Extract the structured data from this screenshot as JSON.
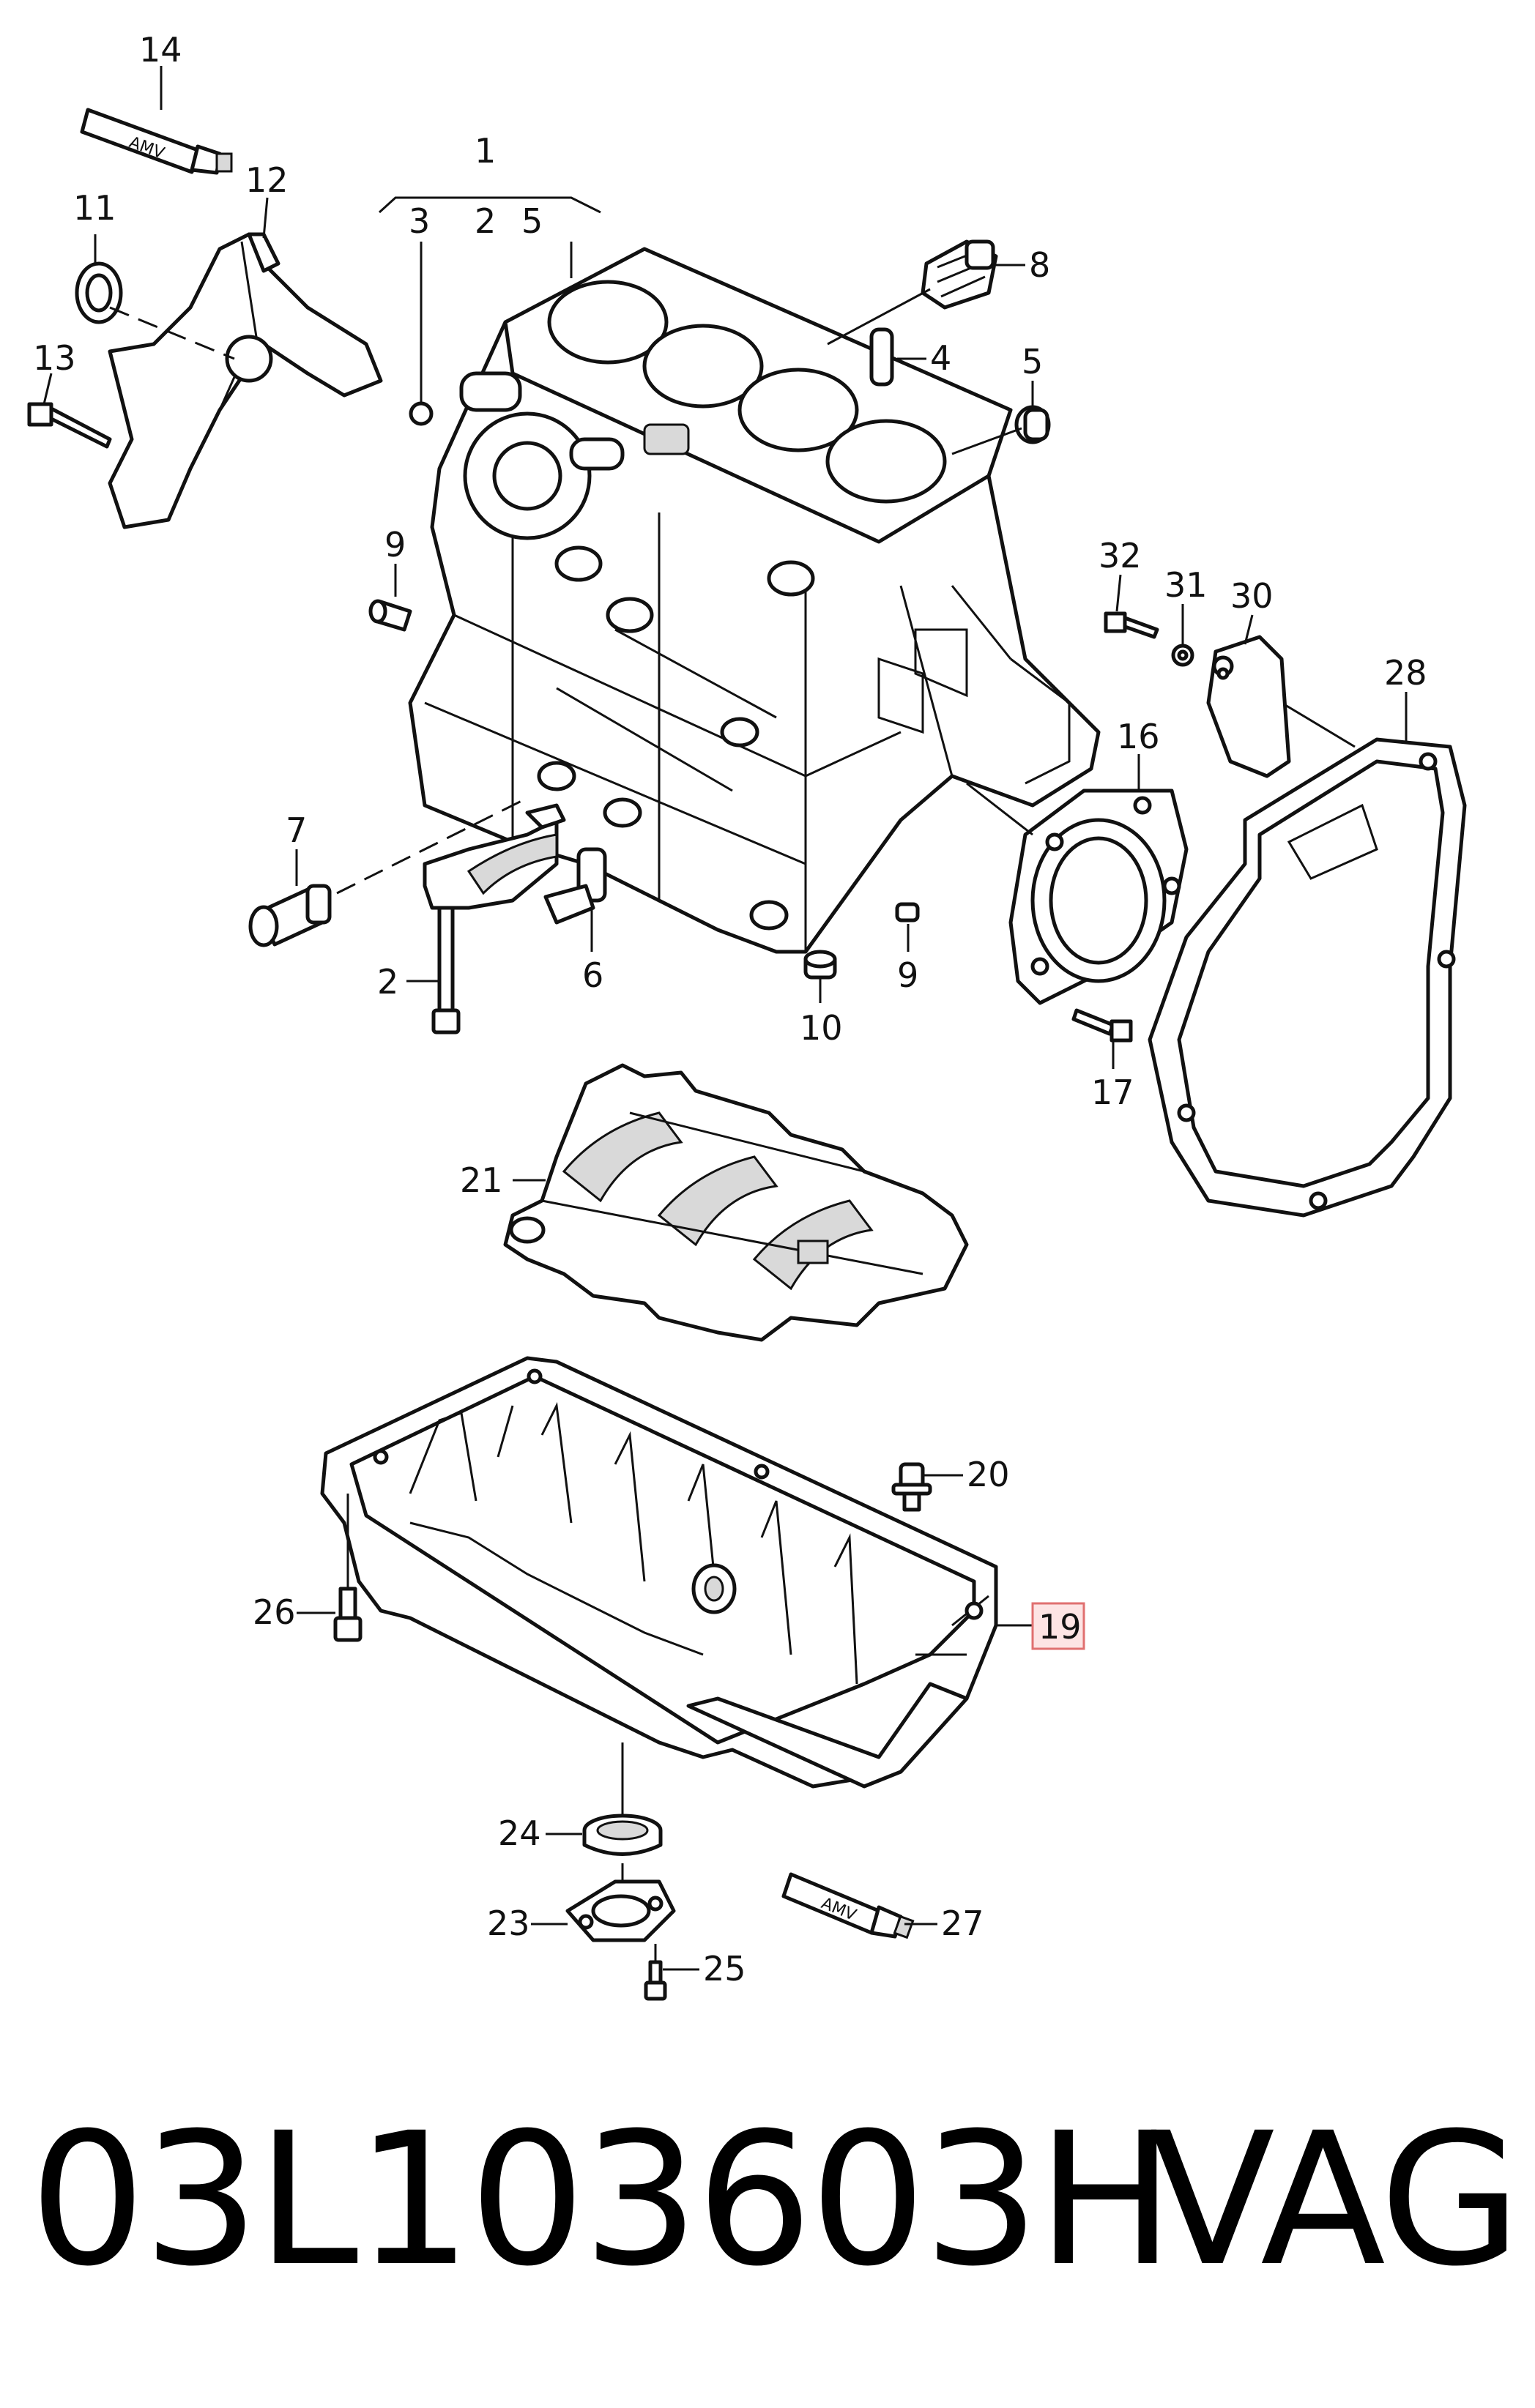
{
  "callouts": {
    "c1": "1",
    "c2a": "2",
    "c3": "3",
    "c4": "4",
    "c5a": "5",
    "c5b": "5",
    "c6": "6",
    "c7": "7",
    "c8": "8",
    "c9a": "9",
    "c9b": "9",
    "c10": "10",
    "c11": "11",
    "c12": "12",
    "c13": "13",
    "c14": "14",
    "c16": "16",
    "c17": "17",
    "c19": "19",
    "c20": "20",
    "c21": "21",
    "c23": "23",
    "c24": "24",
    "c25": "25",
    "c26": "26",
    "c27": "27",
    "c28": "28",
    "c30": "30",
    "c31": "31",
    "c32": "32",
    "c2b": "2"
  },
  "tube_labels": {
    "top": "AMV",
    "bottom": "AMV"
  },
  "highlight_color": "#e07070",
  "footer": {
    "part_number": "03L103603H",
    "brand": "VAG"
  }
}
